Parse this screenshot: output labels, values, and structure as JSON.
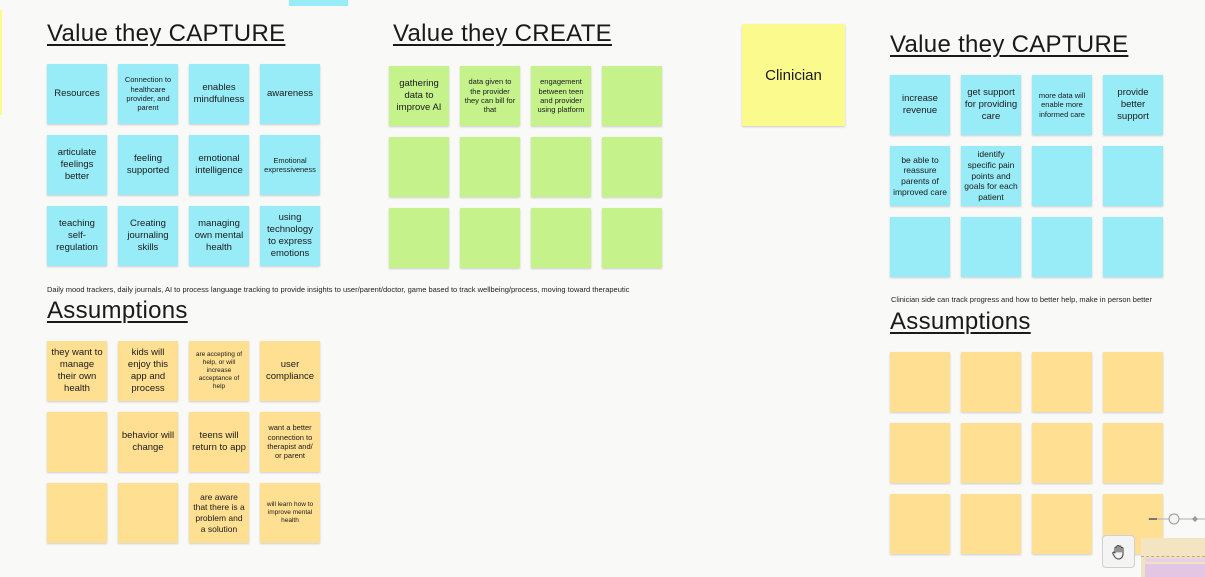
{
  "left_board": {
    "capture_heading": "Value they CAPTURE",
    "capture_notes": [
      "Resources",
      "Connection to healthcare provider, and parent",
      "enables mindfulness",
      "awareness",
      "articulate feelings better",
      "feeling supported",
      "emotional intelligence",
      "Emotional expressiveness",
      "teaching self-regulation",
      "Creating journaling skills",
      "managing own mental health",
      "using technology to express emotions"
    ],
    "create_heading": "Value they CREATE",
    "create_notes": [
      "gathering data to improve AI",
      "data given to the provider they can bill for that",
      "engagement between teen and provider using platform",
      "",
      "",
      "",
      "",
      "",
      "",
      "",
      "",
      ""
    ],
    "description": "Daily mood trackers, daily journals, AI to process language tracking to provide insights to user/parent/doctor, game based to track wellbeing/process, moving toward therapeutic",
    "assumptions_heading": "Assumptions",
    "assumption_notes": [
      "they want to manage their own health",
      "kids will enjoy this app and process",
      "are accepting of help, or will increase acceptance of help",
      "user compliance",
      "",
      "behavior will change",
      "teens will return to app",
      "want a better connection to therapist and/ or parent",
      "",
      "",
      "are aware that there is a problem and a solution",
      "will learn how to improve mental health"
    ]
  },
  "clinician": {
    "label": "Clinician",
    "capture_heading": "Value they CAPTURE",
    "capture_notes": [
      "increase revenue",
      "get support for providing care",
      "more data will enable more informed care",
      "provide better support",
      "be able to reassure parents of improved care",
      "identify specific pain points and goals for each patient",
      "",
      "",
      "",
      "",
      "",
      ""
    ],
    "description": "Clinician side can track progress and how to better help, make in person better",
    "assumptions_heading": "Assumptions",
    "assumption_notes": [
      "",
      "",
      "",
      "",
      "",
      "",
      "",
      "",
      "",
      "",
      "",
      ""
    ]
  },
  "controls": {
    "hand_tool_icon": "hand-icon",
    "zoom_slider_icon": "zoom-slider-icon"
  },
  "colors": {
    "blue_note": "#98ecf8",
    "green_note": "#c5f28b",
    "orange_note": "#ffdf92",
    "yellow_note": "#fbfb8d"
  }
}
